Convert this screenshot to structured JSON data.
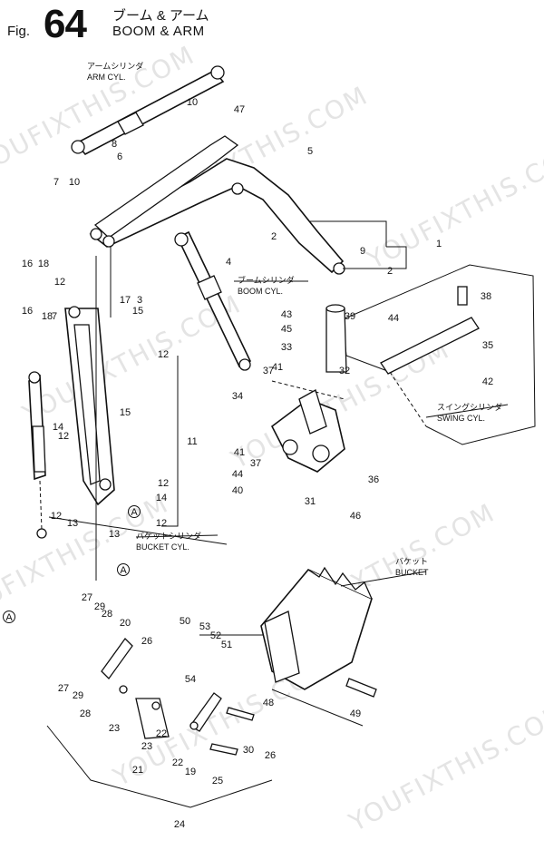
{
  "header": {
    "fig_label": "Fig.",
    "fig_number": "64",
    "title_jp": "ブーム & アーム",
    "title_en": "BOOM & ARM"
  },
  "watermark": "YOUFIXTHIS.COM",
  "labels": {
    "arm_cyl_jp": "アームシリンダ",
    "arm_cyl_en": "ARM CYL.",
    "boom_cyl_jp": "ブームシリンダ",
    "boom_cyl_en": "BOOM CYL.",
    "swing_cyl_jp": "スイングシリンダ",
    "swing_cyl_en": "SWING CYL.",
    "bucket_cyl_jp": "バケットシリンダ",
    "bucket_cyl_en": "BUCKET CYL.",
    "bucket_jp": "バケット",
    "bucket_en": "BUCKET"
  },
  "callouts": [
    "1",
    "2",
    "2",
    "3",
    "4",
    "5",
    "6",
    "7",
    "7",
    "8",
    "9",
    "10",
    "10",
    "11",
    "12",
    "12",
    "12",
    "12",
    "12",
    "12",
    "13",
    "13",
    "14",
    "14",
    "15",
    "15",
    "16",
    "16",
    "17",
    "18",
    "18",
    "19",
    "20",
    "21",
    "22",
    "22",
    "23",
    "23",
    "24",
    "25",
    "26",
    "26",
    "27",
    "27",
    "28",
    "28",
    "29",
    "29",
    "30",
    "31",
    "32",
    "33",
    "34",
    "35",
    "36",
    "37",
    "37",
    "38",
    "39",
    "40",
    "41",
    "41",
    "42",
    "43",
    "44",
    "44",
    "45",
    "46",
    "47",
    "48",
    "49",
    "50",
    "51",
    "52",
    "53",
    "54",
    "A",
    "A",
    "A"
  ]
}
